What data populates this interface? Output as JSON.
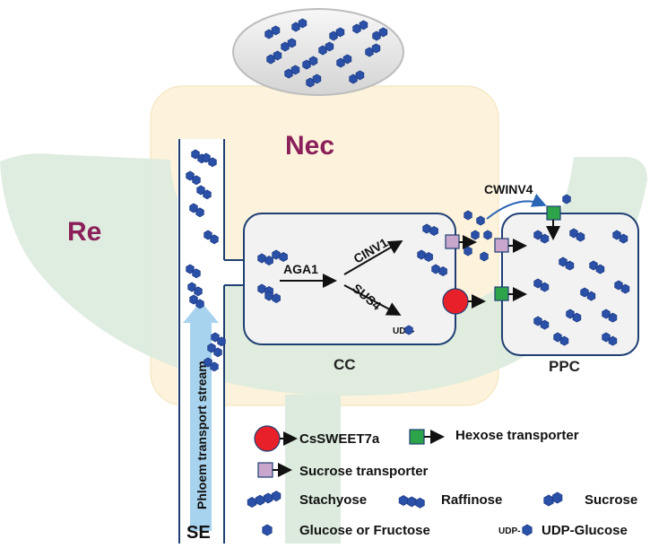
{
  "regions": {
    "nec": "Nec",
    "re": "Re",
    "cc": "CC",
    "ppc": "PPC",
    "se": "SE",
    "stream": "Phloem transport stream"
  },
  "enzymes": {
    "aga1": "AGA1",
    "cinv1": "CINV1",
    "sus4": "SUS4",
    "cwinv4": "CWINV4",
    "udp_prefix": "UDP-"
  },
  "legend": {
    "cssweet7a": "CsSWEET7a",
    "hexose": "Hexose transporter",
    "sucrose_transporter": "Sucrose transporter",
    "stachyose": "Stachyose",
    "raffinose": "Raffinose",
    "sucrose": "Sucrose",
    "glucose_fructose": "Glucose or Fructose",
    "udp_prefix": "UDP-",
    "udp_glucose": "UDP-Glucose"
  },
  "colors": {
    "nec_fill": "#fdf3dc",
    "re_fill": "#dcebdd",
    "cell_stroke": "#1f3f73",
    "sugar_blue": "#2a50a8",
    "sweet_red": "#e8202a",
    "hexose_green": "#2ea44a",
    "sucrose_purple": "#c9a6cc",
    "stream_arrow": "#a7d3ee",
    "region_label": "#8a1f5a"
  }
}
